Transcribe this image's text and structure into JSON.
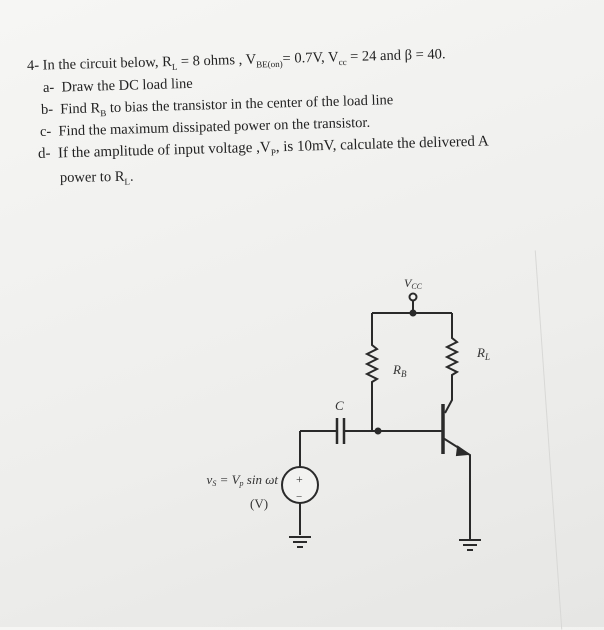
{
  "question": {
    "number": "4-",
    "intro": "In the circuit below, R",
    "intro_sub": "L",
    "intro_rest1": " = 8 ohms ,  V",
    "intro_sub2": "BE(on)",
    "intro_rest2": "= 0.7V, V",
    "intro_sub3": "cc",
    "intro_rest3": " = 24 and β = 40.",
    "parts": [
      {
        "label": "a-",
        "text": "Draw the DC load line"
      },
      {
        "label": "b-",
        "text": "Find R",
        "sub": "B",
        "rest": " to bias the transistor in the center of the load line"
      },
      {
        "label": "c-",
        "text": "Find the maximum dissipated power on the transistor."
      },
      {
        "label": "d-",
        "text": "If  the amplitude of input voltage ,V",
        "sub": "P",
        "rest": ", is 10mV, calculate the delivered A"
      }
    ],
    "continuation": "power to R",
    "continuation_sub": "L",
    "continuation_end": "."
  },
  "circuit": {
    "vcc_label": "V",
    "vcc_sub": "CC",
    "rb_label": "R",
    "rb_sub": "B",
    "rl_label": "R",
    "rl_sub": "L",
    "cap_label": "C",
    "source_label": "v",
    "source_sub": "S",
    "source_eq": " = V",
    "source_eq_sub": "p",
    "source_eq_rest": " sin ωt",
    "source_unit": "(V)",
    "plus": "+",
    "minus": "−"
  }
}
